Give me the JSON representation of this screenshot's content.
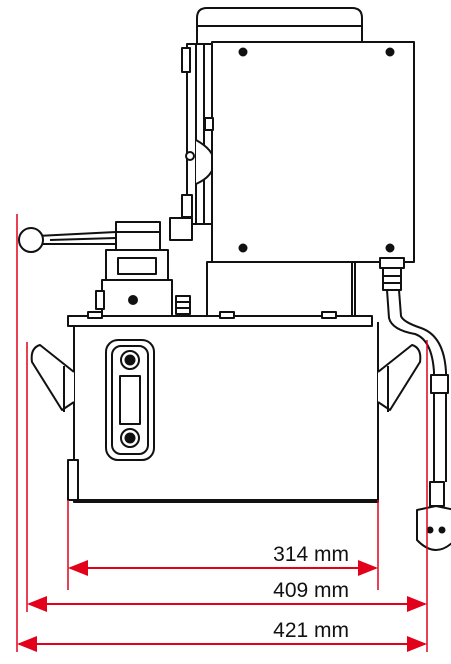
{
  "dimensions": {
    "width_314": "314 mm",
    "width_409": "409 mm",
    "width_421": "421 mm"
  },
  "colors": {
    "line": "#111111",
    "dimension": "#e3001b",
    "fill": "#ffffff"
  }
}
